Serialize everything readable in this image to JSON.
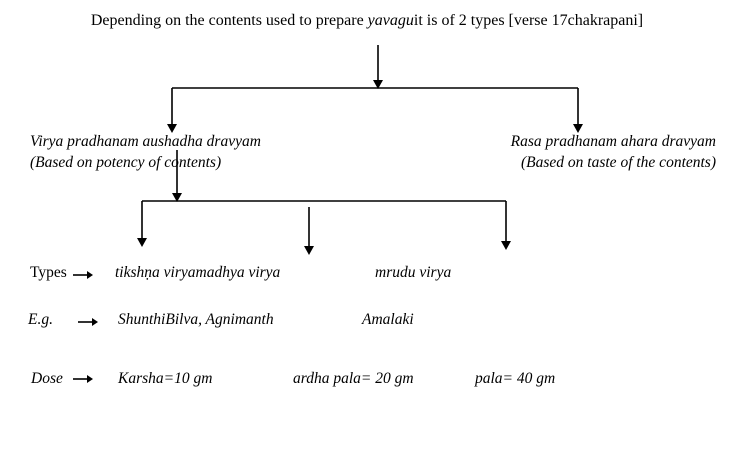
{
  "colors": {
    "background": "#ffffff",
    "line_and_text": "#000000"
  },
  "title": {
    "prefix": "Depending on the contents used to prepare ",
    "italic_term": "yavagu",
    "suffix": "it is of 2 types [verse 17chakrapani]"
  },
  "branches": {
    "left": {
      "name": "Virya pradhanam aushadha dravyam",
      "note": "(Based on potency of contents)"
    },
    "right": {
      "name": "Rasa pradhanam ahara dravyam",
      "note": "(Based on taste of the contents)"
    }
  },
  "rows": {
    "types": {
      "label": "Types",
      "value1": "tikshṇa virya",
      "value2": "madhya virya",
      "value3": "mrudu virya"
    },
    "examples": {
      "label": "E.g.",
      "value1": "Shunthi",
      "value2": "Bilva, Agnimanth",
      "value3": "Amalaki"
    },
    "dose": {
      "label": "Dose",
      "value1": "Karsha=10 gm",
      "value2": "ardha pala= 20 gm",
      "value3": "pala= 40 gm"
    }
  }
}
